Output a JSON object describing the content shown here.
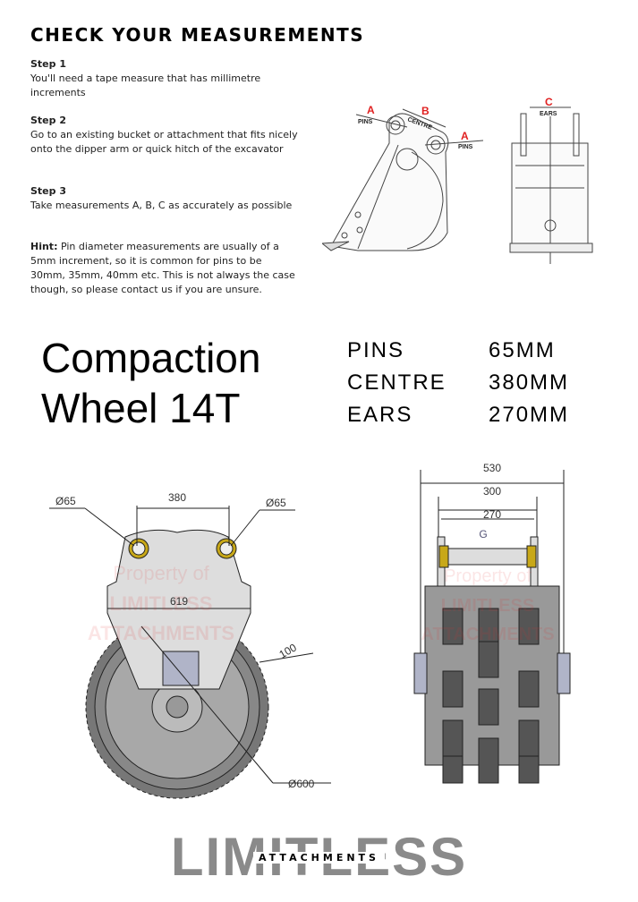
{
  "header": {
    "title": "CHECK YOUR MEASUREMENTS"
  },
  "steps": [
    {
      "label": "Step 1",
      "text": "You'll need a tape measure that has millimetre increments"
    },
    {
      "label": "Step 2",
      "text": "Go to an existing bucket or attachment that fits nicely onto the dipper arm or quick hitch of the excavator"
    },
    {
      "label": "Step 3",
      "text": "Take measurements A, B, C as accurately as possible"
    }
  ],
  "hint": {
    "label": "Hint:",
    "text": "Pin diameter measurements are usually of a 5mm increment, so it is common for pins to be 30mm, 35mm, 40mm etc. This is not always the case though, so please contact us if you are unsure."
  },
  "diagram_labels": {
    "a": "A",
    "b": "B",
    "c": "C",
    "pins": "PINS",
    "centre": "CENTRE",
    "ears": "EARS"
  },
  "product": {
    "line1": "Compaction",
    "line2": "Wheel  14T"
  },
  "specs": [
    {
      "name": "PINS",
      "value": "65MM"
    },
    {
      "name": "CENTRE",
      "value": "380MM"
    },
    {
      "name": "EARS",
      "value": "270MM"
    }
  ],
  "drawing": {
    "pin_dia_left": "Ø65",
    "pin_dia_right": "Ø65",
    "centre": "380",
    "width": "619",
    "offset": "100",
    "wheel_dia": "Ø600",
    "overall": "530",
    "outer": "300",
    "ears": "270",
    "section": "G",
    "watermark": [
      "Property of",
      "LIMITLESS",
      "ATTACHMENTS"
    ]
  },
  "logo": {
    "main": "LIMITLESS",
    "sub": "ATTACHMENTS"
  },
  "colors": {
    "accent_red": "#e02020",
    "brass": "#c8a818"
  }
}
